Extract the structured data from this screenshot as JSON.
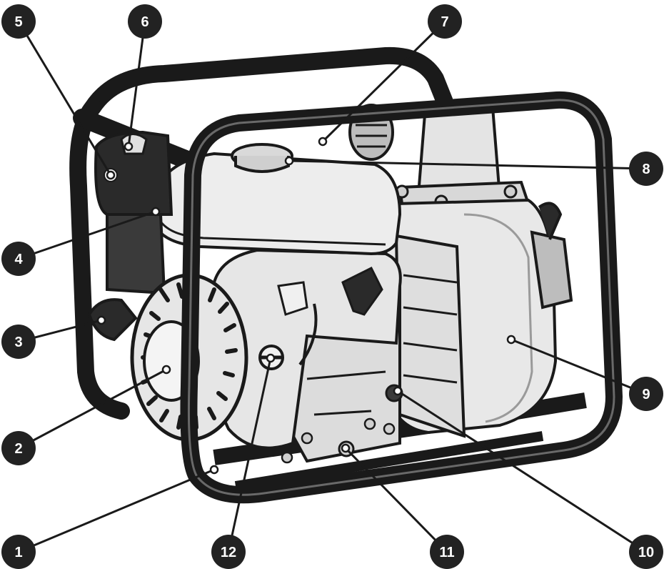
{
  "colors": {
    "ink": "#1a1a1a",
    "metal_light": "#ececec",
    "metal_mid": "#d2d2d2",
    "metal_dark": "#9a9a9a",
    "badge": "#222222",
    "badge_text": "#ffffff"
  },
  "callouts": [
    {
      "number": "1"
    },
    {
      "number": "2"
    },
    {
      "number": "3"
    },
    {
      "number": "4"
    },
    {
      "number": "5"
    },
    {
      "number": "6"
    },
    {
      "number": "7"
    },
    {
      "number": "8"
    },
    {
      "number": "9"
    },
    {
      "number": "10"
    },
    {
      "number": "11"
    },
    {
      "number": "12"
    }
  ]
}
